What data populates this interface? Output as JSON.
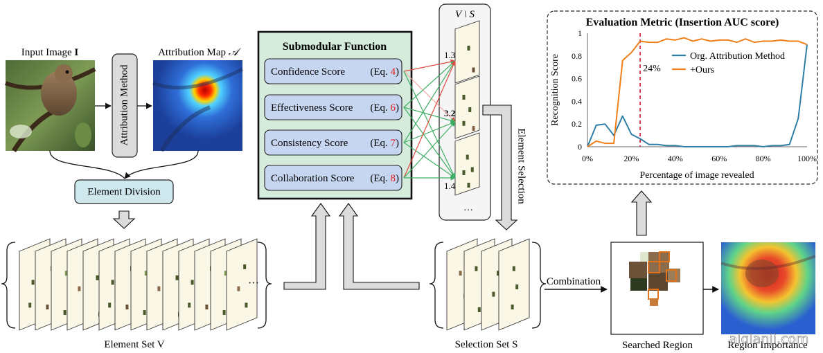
{
  "input": {
    "title_prefix": "Input Image",
    "title_symbol": "I"
  },
  "attribution_method": "Attribution Method",
  "attribution_map": {
    "title_prefix": "Attribution Map",
    "title_symbol": "𝒜"
  },
  "element_division": "Element Division",
  "element_set_label": "Element Set V",
  "element_set_ellipsis": "···",
  "submodular": {
    "title": "Submodular Function",
    "scores": [
      {
        "label": "Confidence Score",
        "eq_prefix": "(Eq. ",
        "eq_num": "4",
        "eq_suffix": ")"
      },
      {
        "label": "Effectiveness Score",
        "eq_prefix": "(Eq. ",
        "eq_num": "6",
        "eq_suffix": ")"
      },
      {
        "label": "Consistency Score",
        "eq_prefix": "(Eq. ",
        "eq_num": "7",
        "eq_suffix": ")"
      },
      {
        "label": "Collaboration Score",
        "eq_prefix": "(Eq. ",
        "eq_num": "8",
        "eq_suffix": ")"
      }
    ]
  },
  "v_minus_s": {
    "title": "V \\ S",
    "values": [
      "1.3",
      "3.2",
      "1.4"
    ],
    "ellipsis": "···"
  },
  "element_selection": "Element Selection",
  "selection_set_label": "Selection Set S",
  "combination": "Combination",
  "searched_region": "Searched Region",
  "region_importance": "Region Importance",
  "watermark": "aiqianji.com",
  "colors": {
    "green_fill": "#d5ecdc",
    "blue_fill": "#c6d6f0",
    "division_fill": "#cfe8ee",
    "gray_fill": "#dcdcdc",
    "red_eq": "#e21b1b",
    "orange_series": "#f07f1a",
    "blue_series": "#2e7ea6",
    "dashed_red": "#c8102e"
  },
  "chart_data": {
    "type": "line",
    "title": "Evaluation Metric (Insertion AUC score)",
    "xlabel": "Percentage of image revealed",
    "ylabel": "Recognition Score",
    "xlim": [
      0,
      100
    ],
    "ylim": [
      0,
      1
    ],
    "x_tick_labels": [
      "0%",
      "20%",
      "40%",
      "60%",
      "80%",
      "100%"
    ],
    "y_tick_labels": [
      "0",
      "0.2",
      "0.4",
      "0.6",
      "0.8",
      "1"
    ],
    "annotation": "24%",
    "annotation_x": 24,
    "legend_position": "top-right",
    "series": [
      {
        "name": "Org. Attribution Method",
        "color": "#2e7ea6",
        "x": [
          0,
          4,
          8,
          12,
          16,
          20,
          24,
          28,
          32,
          36,
          40,
          44,
          48,
          52,
          56,
          60,
          64,
          68,
          72,
          76,
          80,
          84,
          88,
          92,
          96,
          100
        ],
        "y": [
          0.0,
          0.19,
          0.2,
          0.1,
          0.27,
          0.11,
          0.07,
          0.02,
          0.02,
          0.01,
          0.01,
          0.0,
          0.0,
          0.0,
          0.0,
          0.0,
          0.0,
          0.01,
          0.01,
          0.01,
          0.0,
          0.01,
          0.01,
          0.02,
          0.25,
          0.9
        ]
      },
      {
        "name": "+Ours",
        "color": "#f07f1a",
        "x": [
          0,
          4,
          8,
          12,
          16,
          20,
          24,
          28,
          32,
          36,
          40,
          44,
          48,
          52,
          56,
          60,
          64,
          68,
          72,
          76,
          80,
          84,
          88,
          92,
          96,
          100
        ],
        "y": [
          0.0,
          0.05,
          0.03,
          0.03,
          0.76,
          0.83,
          0.93,
          0.92,
          0.92,
          0.95,
          0.94,
          0.96,
          0.93,
          0.95,
          0.93,
          0.94,
          0.94,
          0.92,
          0.95,
          0.92,
          0.93,
          0.93,
          0.94,
          0.93,
          0.93,
          0.9
        ]
      }
    ]
  }
}
